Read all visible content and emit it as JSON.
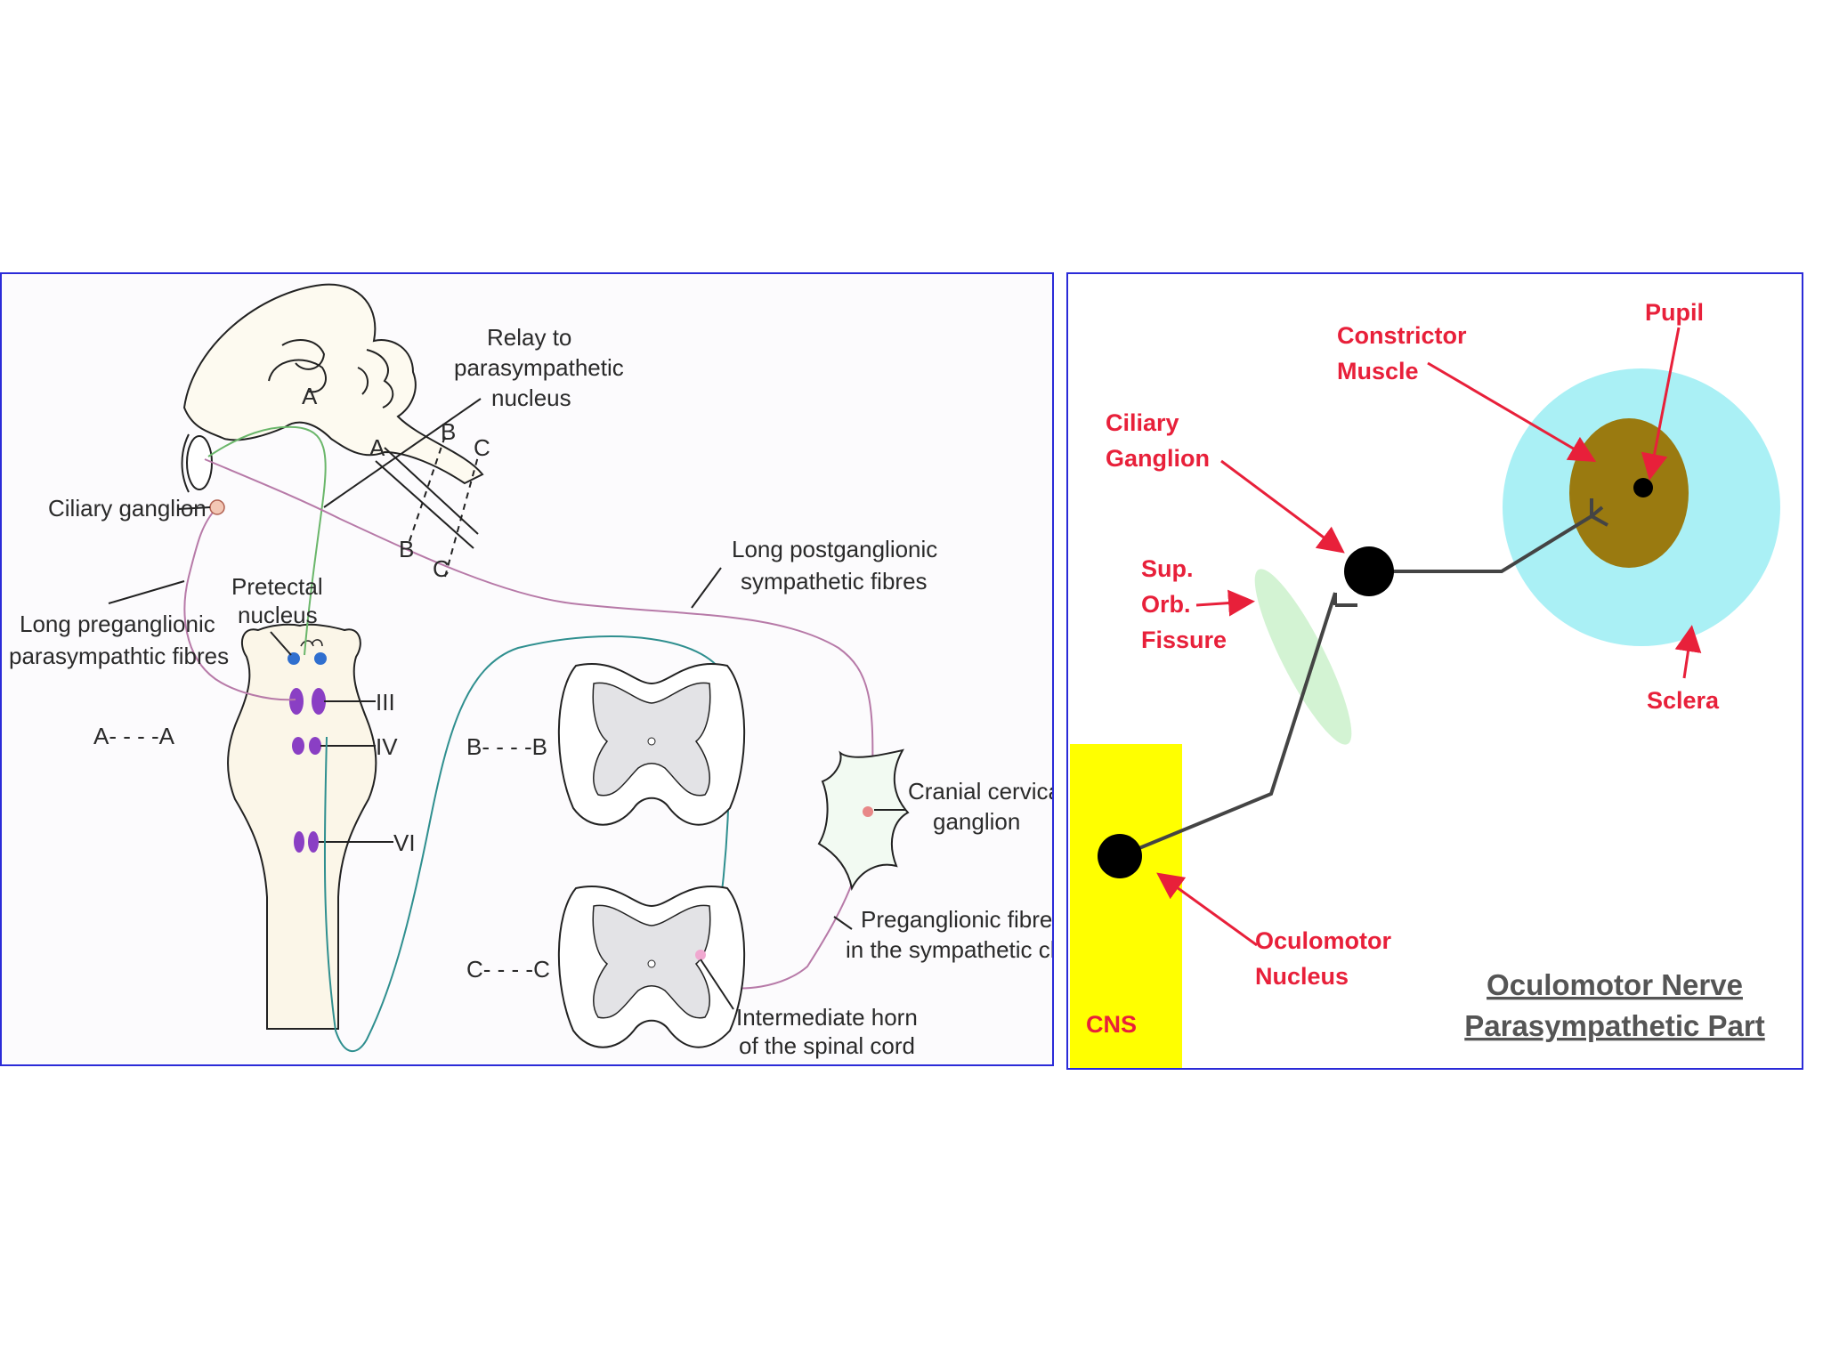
{
  "left_diagram": {
    "labels": {
      "relay": [
        "Relay to",
        "parasympathetic",
        "nucleus"
      ],
      "ciliary_ganglion": "Ciliary ganglion",
      "long_pre": [
        "Long preganglionic",
        "parasympathtic fibres"
      ],
      "pretectal": [
        "Pretectal",
        "nucleus"
      ],
      "long_post": [
        "Long postganglionic",
        "sympathetic fibres"
      ],
      "cranial_cervical": [
        "Cranial cervical",
        "ganglion"
      ],
      "preganglionic_chain": [
        "Preganglionic fibres",
        "in the sympathetic chain"
      ],
      "intermediate_horn": [
        "Intermediate horn",
        "of the spinal cord"
      ],
      "nerve_iii": "III",
      "nerve_iv": "IV",
      "nerve_vi": "VI",
      "section_a": "A- - - -A",
      "section_b": "B- - - -B",
      "section_c": "C- - - -C",
      "cut_a1": "A",
      "cut_a2": "A",
      "cut_b_top": "B",
      "cut_b_bottom": "B",
      "cut_c_top": "C",
      "cut_c_bottom": "C"
    },
    "colors": {
      "parasympathetic_pathway": "#b77aa8",
      "pretectal_pathway": "#6ab66a",
      "sympathetic_pathway": "#2f8f8f",
      "nuclei": "#8a3fc4",
      "pretectal_dots": "#2f6fcf"
    }
  },
  "right_diagram": {
    "labels": {
      "constrictor": [
        "Constrictor",
        "Muscle"
      ],
      "pupil": "Pupil",
      "ciliary": [
        "Ciliary",
        "Ganglion"
      ],
      "sup_orb": [
        "Sup.",
        "Orb.",
        "Fissure"
      ],
      "sclera": "Sclera",
      "oculomotor": [
        "Oculomotor",
        "Nucleus"
      ],
      "cns": "CNS"
    },
    "title": [
      "Oculomotor Nerve",
      "Parasympathetic Part"
    ],
    "colors": {
      "label_red": "#e8203a",
      "cns_yellow": "#ffff00",
      "sclera": "#aaf0f5",
      "iris": "#9a7a10",
      "fissure": "#c8f0c8"
    }
  }
}
